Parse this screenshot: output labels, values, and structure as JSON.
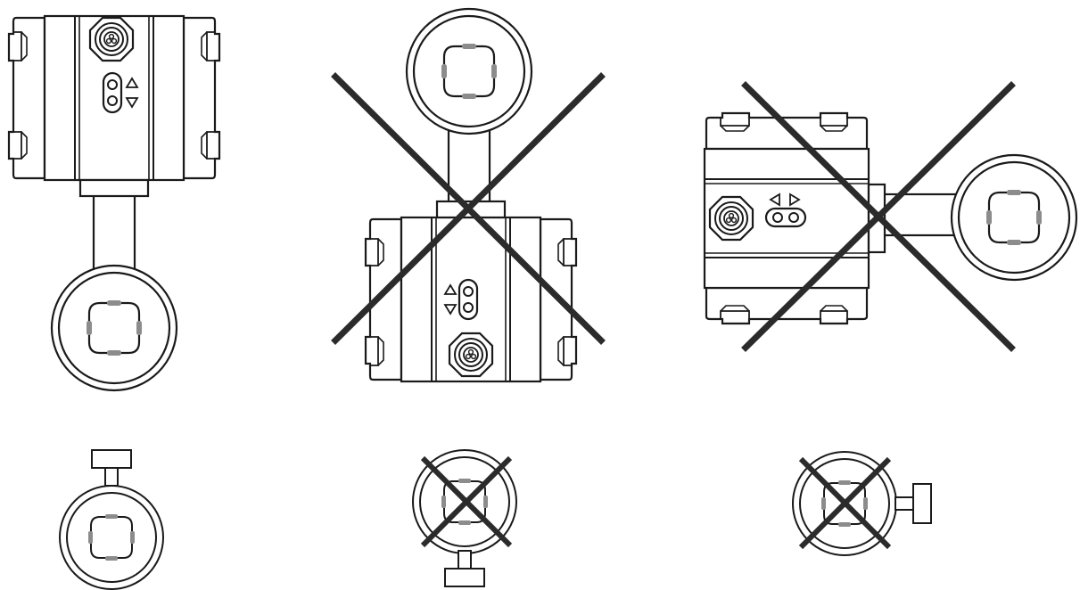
{
  "colors": {
    "line": "#1a1a1a",
    "cross": "#2b2b2b",
    "seal": "#8c8c8c",
    "fill": "#ffffff"
  },
  "icons": {
    "arrow_up": "up-arrow-icon",
    "arrow_down": "down-arrow-icon",
    "arrow_left": "left-arrow-icon",
    "arrow_right": "right-arrow-icon",
    "gland": "cable-gland-icon",
    "indicator": "indicator-light-icon",
    "cross": "x-mark-icon"
  },
  "installations": [
    {
      "id": "transmitter-up",
      "orientation": "up",
      "allowed": true
    },
    {
      "id": "transmitter-down",
      "orientation": "down",
      "allowed": false
    },
    {
      "id": "transmitter-side",
      "orientation": "side",
      "allowed": false
    }
  ],
  "pipe_views": [
    {
      "id": "pipe-top",
      "orientation": "top",
      "allowed": true
    },
    {
      "id": "pipe-bottom",
      "orientation": "bottom",
      "allowed": false
    },
    {
      "id": "pipe-right",
      "orientation": "right",
      "allowed": false
    }
  ]
}
